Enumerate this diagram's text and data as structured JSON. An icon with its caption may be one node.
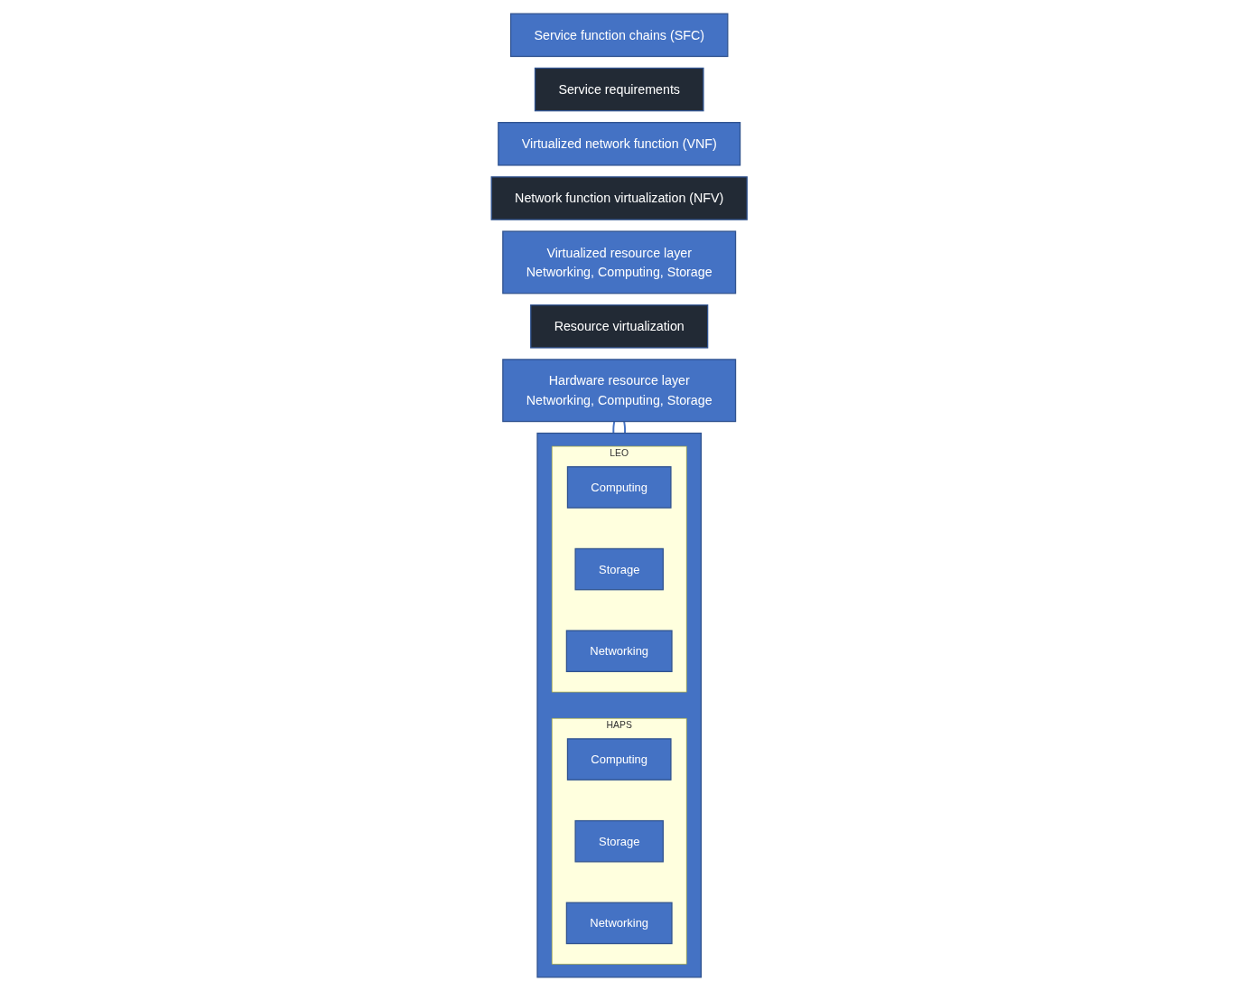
{
  "diagram": {
    "nodes": [
      {
        "text": [
          "Service function chains (SFC)"
        ]
      },
      {
        "text": [
          "Service requirements"
        ]
      },
      {
        "text": [
          "Virtualized network function (VNF)"
        ]
      },
      {
        "text": [
          "Network function virtualization (NFV)"
        ]
      },
      {
        "text": [
          "Virtualized resource layer",
          "Networking, Computing, Storage"
        ]
      },
      {
        "text": [
          "Resource virtualization"
        ]
      },
      {
        "text": [
          "Hardware resource layer",
          "Networking, Computing, Storage"
        ]
      },
      {
        "text": [],
        "shape": "box"
      },
      {
        "text": [
          "LEO"
        ],
        "in": 7
      },
      {
        "text": [
          "Computing"
        ],
        "in": 8
      },
      {
        "text": [
          "Storage"
        ],
        "in": 8
      },
      {
        "text": [
          "Networking"
        ],
        "in": 8
      },
      {
        "text": [
          "HAPS"
        ],
        "in": 7
      },
      {
        "text": [
          "Computing"
        ],
        "in": 12
      },
      {
        "text": [
          "Storage"
        ],
        "in": 12
      },
      {
        "text": [
          "Networking"
        ],
        "in": 12
      }
    ],
    "edges": [
      {
        "from": 6,
        "to": 7,
        "arrow": "none"
      },
      {
        "from": 6,
        "to": 7,
        "arrow": "none"
      }
    ]
  }
}
